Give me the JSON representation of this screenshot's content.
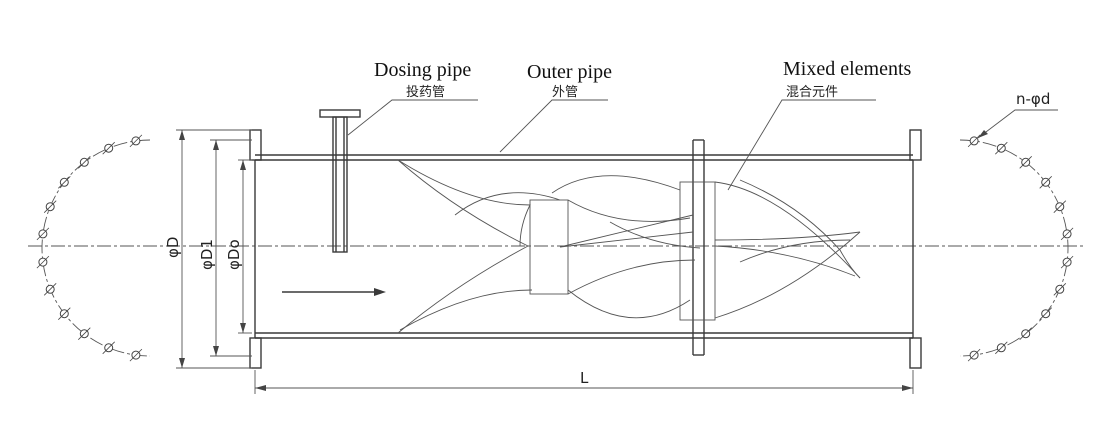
{
  "labels": {
    "dosing_pipe_en": "Dosing pipe",
    "dosing_pipe_cn": "投药管",
    "outer_pipe_en": "Outer pipe",
    "outer_pipe_cn": "外管",
    "mixed_elements_en": "Mixed elements",
    "mixed_elements_cn": "混合元件"
  },
  "dimensions": {
    "phi_d": "φD",
    "phi_d1": "φD1",
    "phi_do": "φDo",
    "length": "L",
    "bolt_holes": "n-φd"
  }
}
